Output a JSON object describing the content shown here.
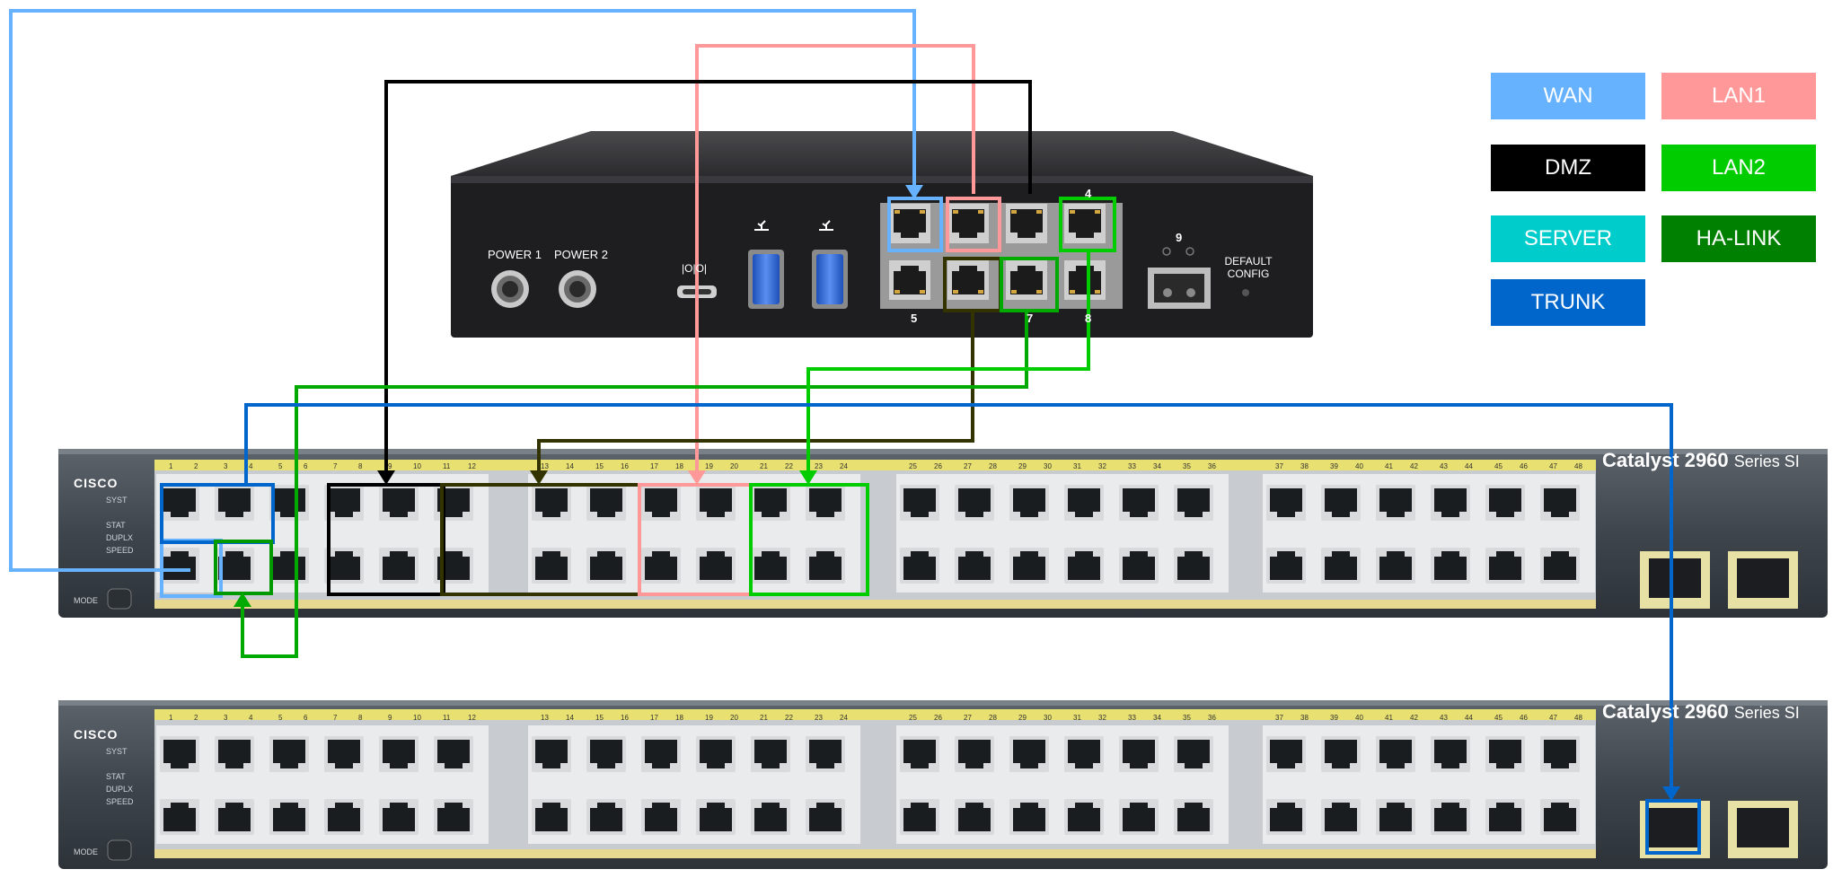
{
  "legend": {
    "wan": {
      "label": "WAN",
      "color": "#66b2ff"
    },
    "lan1": {
      "label": "LAN1",
      "color": "#ff9999"
    },
    "dmz": {
      "label": "DMZ",
      "color": "#000000"
    },
    "lan2": {
      "label": "LAN2",
      "color": "#00cc00"
    },
    "server": {
      "label": "SERVER",
      "color": "#00cccc"
    },
    "ha_link": {
      "label": "HA-LINK",
      "color": "#008000"
    },
    "trunk": {
      "label": "TRUNK",
      "color": "#0066cc"
    }
  },
  "firewall": {
    "power1": "POWER 1",
    "power2": "POWER 2",
    "console_label": "|O|O|",
    "port_top_right": "4",
    "port_5": "5",
    "port_7": "7",
    "port_8": "8",
    "sfp_port": "9",
    "default_config_line1": "DEFAULT",
    "default_config_line2": "CONFIG",
    "usb_icon": "usb-icon"
  },
  "switch_top": {
    "brand": "CISCO",
    "model": "Catalyst 2960",
    "series": "Series SI",
    "leds": [
      "SYST",
      "STAT",
      "DUPLX",
      "SPEED"
    ],
    "mode": "MODE"
  },
  "switch_bottom": {
    "brand": "CISCO",
    "model": "Catalyst 2960",
    "series": "Series SI",
    "leds": [
      "SYST",
      "STAT",
      "DUPLX",
      "SPEED"
    ],
    "mode": "MODE"
  },
  "switch_port_numbers": [
    "1",
    "2",
    "3",
    "4",
    "5",
    "6",
    "7",
    "8",
    "9",
    "10",
    "11",
    "12",
    "13",
    "14",
    "15",
    "16",
    "17",
    "18",
    "19",
    "20",
    "21",
    "22",
    "23",
    "24",
    "25",
    "26",
    "27",
    "28",
    "29",
    "30",
    "31",
    "32",
    "33",
    "34",
    "35",
    "36",
    "37",
    "38",
    "39",
    "40",
    "41",
    "42",
    "43",
    "44",
    "45",
    "46",
    "47",
    "48"
  ]
}
